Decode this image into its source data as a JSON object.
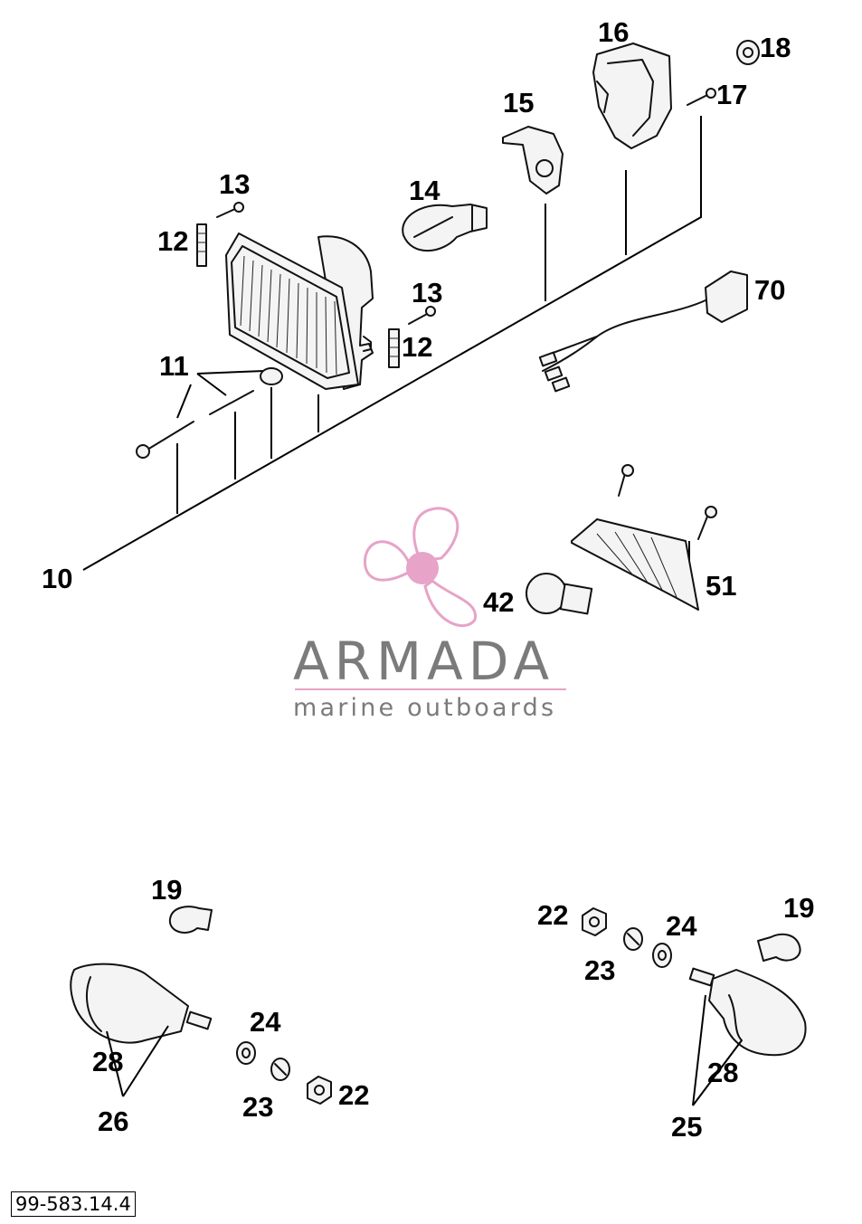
{
  "diagram": {
    "reference_code": "99-583.14.4",
    "callouts": {
      "c10": "10",
      "c11": "11",
      "c12a": "12",
      "c12b": "12",
      "c13a": "13",
      "c13b": "13",
      "c14": "14",
      "c15": "15",
      "c16": "16",
      "c17": "17",
      "c18": "18",
      "c70": "70",
      "c42": "42",
      "c51": "51",
      "c19l": "19",
      "c24l": "24",
      "c28l": "28",
      "c26": "26",
      "c23l": "23",
      "c22l": "22",
      "c22r": "22",
      "c24r": "24",
      "c19r": "19",
      "c23r": "23",
      "c28r": "28",
      "c25": "25"
    }
  },
  "watermark": {
    "title": "ARMADA",
    "subtitle": "marine outboards",
    "logo_color": "#e7a3c8",
    "text_color": "#7b7b7b"
  }
}
